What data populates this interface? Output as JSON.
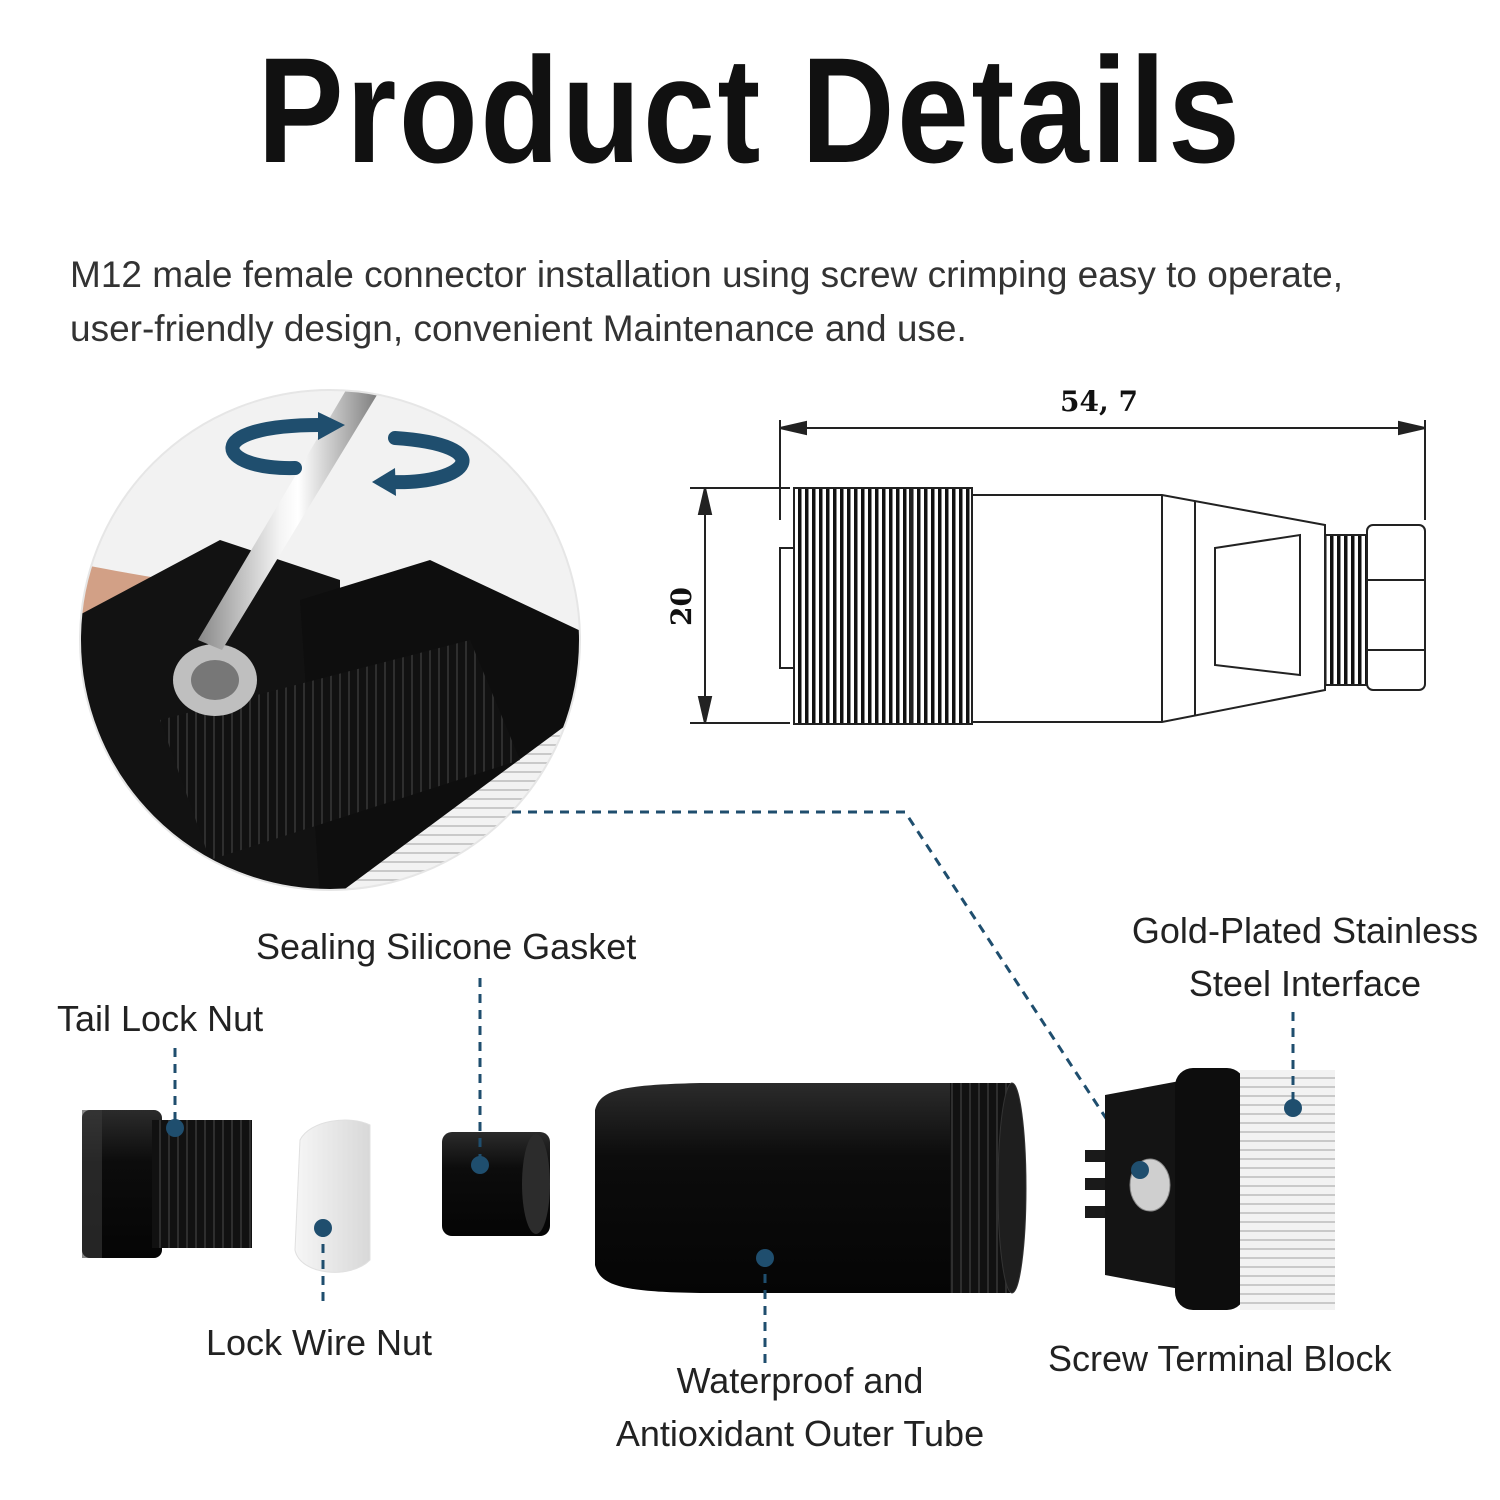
{
  "title": "Product Details",
  "description": {
    "line1": "M12 male female connector installation using screw crimping easy to operate,",
    "line2": "user-friendly design, convenient Maintenance and use."
  },
  "dimensions": {
    "length": "54, 7",
    "diameter": "20"
  },
  "parts": {
    "tail_lock_nut": "Tail Lock Nut",
    "sealing_gasket": "Sealing Silicone Gasket",
    "lock_wire_nut": "Lock Wire Nut",
    "outer_tube_line1": "Waterproof and",
    "outer_tube_line2": "Antioxidant Outer Tube",
    "gold_interface_line1": "Gold-Plated Stainless",
    "gold_interface_line2": "Steel Interface",
    "screw_terminal": "Screw Terminal Block"
  },
  "colors": {
    "accent": "#1f4e6e",
    "text": "#222222"
  }
}
